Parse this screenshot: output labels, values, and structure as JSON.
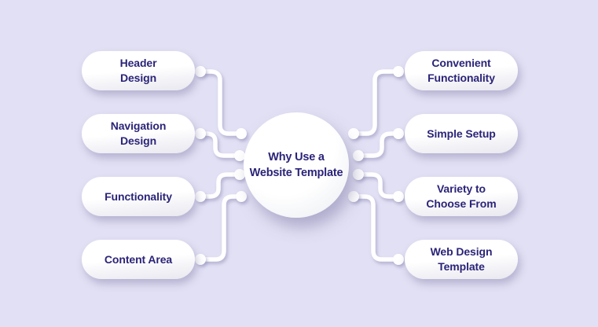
{
  "title": "Why Use a Website Template",
  "colors": {
    "background": "#e2e0f4",
    "node_fill": "#ffffff",
    "text": "#2b2478",
    "connector": "#ffffff"
  },
  "center_node": {
    "lines": [
      "Why Use a",
      "Website Template"
    ]
  },
  "left_items": [
    {
      "lines": [
        "Header",
        "Design"
      ]
    },
    {
      "lines": [
        "Navigation",
        "Design"
      ]
    },
    {
      "lines": [
        "Functionality"
      ]
    },
    {
      "lines": [
        "Content Area"
      ]
    }
  ],
  "right_items": [
    {
      "lines": [
        "Convenient",
        "Functionality"
      ]
    },
    {
      "lines": [
        "Simple Setup"
      ]
    },
    {
      "lines": [
        "Variety to",
        "Choose From"
      ]
    },
    {
      "lines": [
        "Web Design",
        "Template"
      ]
    }
  ]
}
